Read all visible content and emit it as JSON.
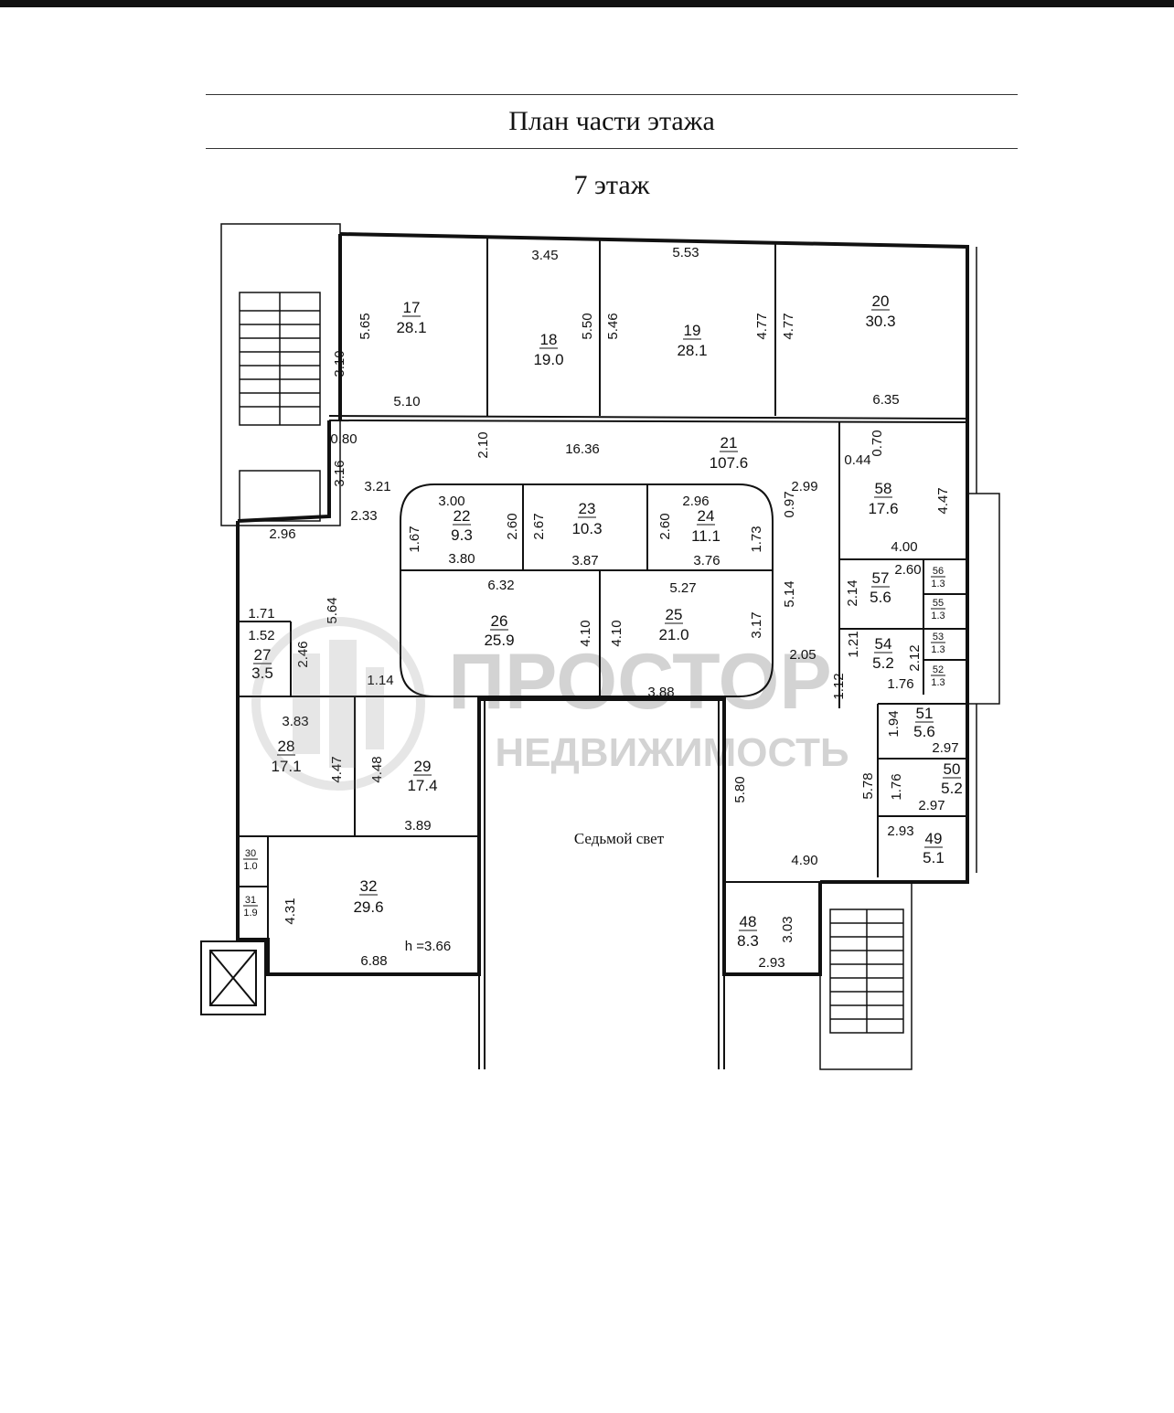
{
  "header": {
    "title": "План части этажа",
    "floor": "7 этаж"
  },
  "watermark": {
    "brand": "ПРОСТОР",
    "tagline": "НЕДВИЖИМОСТЬ"
  },
  "plan": {
    "atrium_label": "Седьмой свет",
    "height_label": "h =3.66",
    "rooms": [
      {
        "id": "r17",
        "number": "17",
        "area": "28.1"
      },
      {
        "id": "r18",
        "number": "18",
        "area": "19.0"
      },
      {
        "id": "r19",
        "number": "19",
        "area": "28.1"
      },
      {
        "id": "r20",
        "number": "20",
        "area": "30.3"
      },
      {
        "id": "r21",
        "number": "21",
        "area": "107.6"
      },
      {
        "id": "r22",
        "number": "22",
        "area": "9.3"
      },
      {
        "id": "r23",
        "number": "23",
        "area": "10.3"
      },
      {
        "id": "r24",
        "number": "24",
        "area": "11.1"
      },
      {
        "id": "r25",
        "number": "25",
        "area": "21.0"
      },
      {
        "id": "r26",
        "number": "26",
        "area": "25.9"
      },
      {
        "id": "r27",
        "number": "27",
        "area": "3.5"
      },
      {
        "id": "r28",
        "number": "28",
        "area": "17.1"
      },
      {
        "id": "r29",
        "number": "29",
        "area": "17.4"
      },
      {
        "id": "r30",
        "number": "30",
        "area": "1.0"
      },
      {
        "id": "r31",
        "number": "31",
        "area": "1.9"
      },
      {
        "id": "r32",
        "number": "32",
        "area": "29.6"
      },
      {
        "id": "r48",
        "number": "48",
        "area": "8.3"
      },
      {
        "id": "r49",
        "number": "49",
        "area": "5.1"
      },
      {
        "id": "r50",
        "number": "50",
        "area": "5.2"
      },
      {
        "id": "r51",
        "number": "51",
        "area": "5.6"
      },
      {
        "id": "r52",
        "number": "52",
        "area": "1.3"
      },
      {
        "id": "r53",
        "number": "53",
        "area": "1.3"
      },
      {
        "id": "r54",
        "number": "54",
        "area": "5.2"
      },
      {
        "id": "r55",
        "number": "55",
        "area": "1.3"
      },
      {
        "id": "r56",
        "number": "56",
        "area": "1.3"
      },
      {
        "id": "r57",
        "number": "57",
        "area": "5.6"
      },
      {
        "id": "r58",
        "number": "58",
        "area": "17.6"
      }
    ],
    "dimensions": [
      "3.45",
      "5.53",
      "5.65",
      "5.50",
      "5.46",
      "4.77",
      "4.77",
      "3.10",
      "5.10",
      "6.35",
      "0.80",
      "2.10",
      "16.36",
      "0.70",
      "0.44",
      "3.16",
      "3.21",
      "2.99",
      "4.47",
      "3.00",
      "2.96",
      "2.33",
      "0.97",
      "2.67",
      "2.60",
      "2.60",
      "1.67",
      "1.73",
      "3.80",
      "3.87",
      "3.76",
      "4.00",
      "2.60",
      "6.32",
      "5.27",
      "2.14",
      "5.14",
      "1.71",
      "5.64",
      "1.52",
      "2.46",
      "4.10",
      "4.10",
      "3.17",
      "2.05",
      "1.21",
      "2.12",
      "1.76",
      "1.14",
      "3.88",
      "1.12",
      "3.83",
      "1.94",
      "2.97",
      "4.47",
      "4.48",
      "5.80",
      "5.78",
      "1.76",
      "2.97",
      "3.89",
      "2.93",
      "4.90",
      "4.31",
      "3.03",
      "6.88",
      "2.93",
      "2.96"
    ]
  }
}
